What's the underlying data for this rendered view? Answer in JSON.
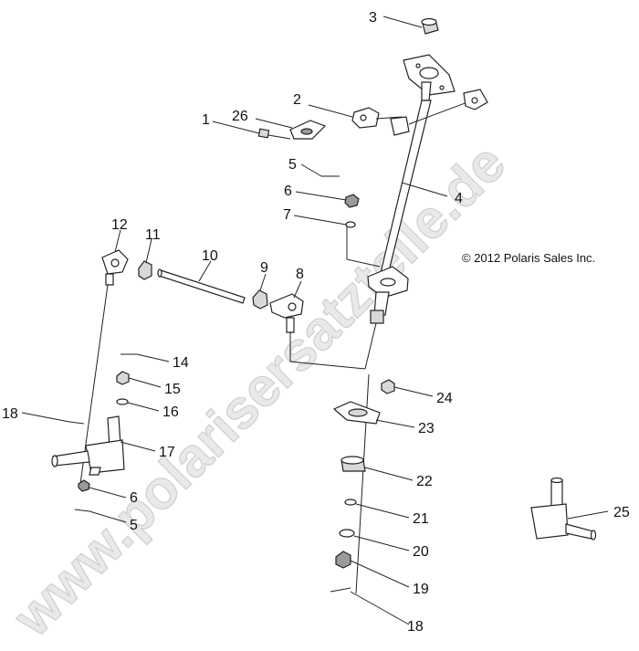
{
  "watermark": "www.polarisersatzteile.de",
  "copyright": "© 2012 Polaris Sales Inc.",
  "callouts": [
    {
      "id": "c3",
      "label": "3"
    },
    {
      "id": "c2",
      "label": "2"
    },
    {
      "id": "c1",
      "label": "1"
    },
    {
      "id": "c26",
      "label": "26"
    },
    {
      "id": "c5a",
      "label": "5"
    },
    {
      "id": "c6a",
      "label": "6"
    },
    {
      "id": "c7",
      "label": "7"
    },
    {
      "id": "c4",
      "label": "4"
    },
    {
      "id": "c12",
      "label": "12"
    },
    {
      "id": "c11",
      "label": "11"
    },
    {
      "id": "c10",
      "label": "10"
    },
    {
      "id": "c9",
      "label": "9"
    },
    {
      "id": "c8",
      "label": "8"
    },
    {
      "id": "c14",
      "label": "14"
    },
    {
      "id": "c15",
      "label": "15"
    },
    {
      "id": "c16",
      "label": "16"
    },
    {
      "id": "c18a",
      "label": "18"
    },
    {
      "id": "c17",
      "label": "17"
    },
    {
      "id": "c6b",
      "label": "6"
    },
    {
      "id": "c5b",
      "label": "5"
    },
    {
      "id": "c24",
      "label": "24"
    },
    {
      "id": "c23",
      "label": "23"
    },
    {
      "id": "c22",
      "label": "22"
    },
    {
      "id": "c21",
      "label": "21"
    },
    {
      "id": "c20",
      "label": "20"
    },
    {
      "id": "c19",
      "label": "19"
    },
    {
      "id": "c18b",
      "label": "18"
    },
    {
      "id": "c25",
      "label": "25"
    }
  ]
}
